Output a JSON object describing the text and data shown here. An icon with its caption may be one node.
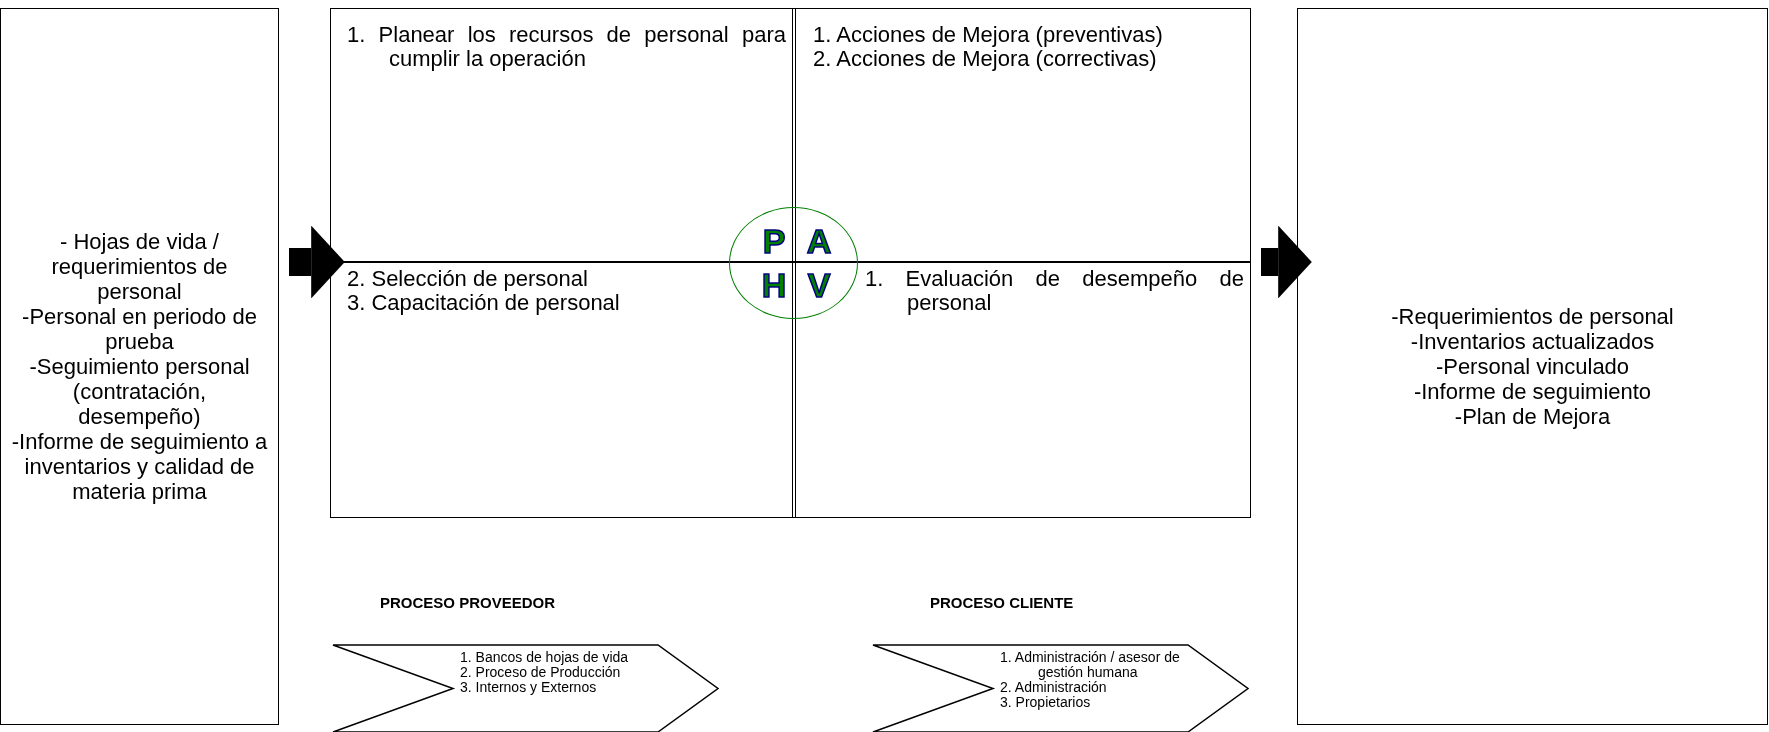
{
  "diagram": {
    "nodes": [
      {
        "text": [
          "- Hojas de vida / requerimientos de personal",
          "-Personal en periodo de prueba",
          "-Seguimiento personal (contratación, desempeño)",
          "-Informe de seguimiento a inventarios y calidad de materia prima"
        ]
      },
      {
        "text": [],
        "shape": "box"
      },
      {
        "text": [
          "1. Planear los recursos de personal para cumplir la operación"
        ],
        "in": 1
      },
      {
        "text": [
          "1. Acciones de Mejora (preventivas)",
          "2. Acciones de Mejora (correctivas)"
        ],
        "in": 1
      },
      {
        "text": [
          "2. Selección de personal",
          "3. Capacitación de personal"
        ],
        "in": 1
      },
      {
        "text": [
          "1. Evaluación de desempeño de personal"
        ],
        "in": 1
      },
      {
        "text": [
          "P",
          "A",
          "H",
          "V"
        ],
        "in": 1
      },
      {
        "text": [
          "-Requerimientos de personal",
          "-Inventarios actualizados",
          "-Personal vinculado",
          "-Informe de seguimiento",
          "-Plan de Mejora"
        ]
      },
      {
        "text": [
          "PROCESO PROVEEDOR",
          "1. Bancos de hojas de vida",
          "2. Proceso de Producción",
          "3. Internos y Externos"
        ]
      },
      {
        "text": [
          "PROCESO CLIENTE",
          "1. Administración / asesor de gestión humana",
          "2. Administración",
          "3. Propietarios"
        ]
      }
    ],
    "edges": [
      {
        "from": 0,
        "to": 1,
        "arrow": "to"
      },
      {
        "from": 1,
        "to": 7,
        "arrow": "to"
      }
    ]
  }
}
